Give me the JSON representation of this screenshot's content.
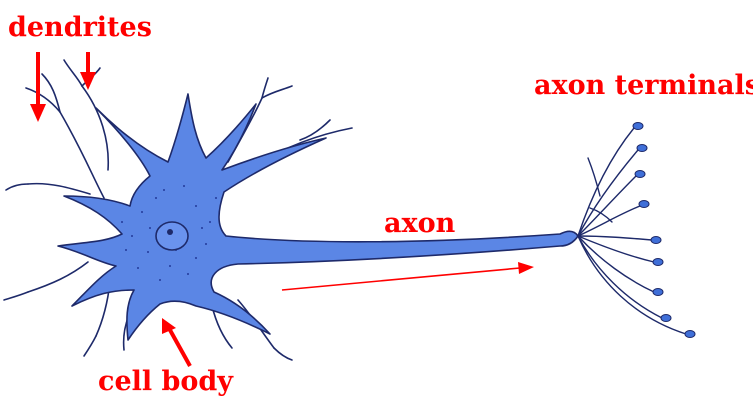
{
  "labels": {
    "dendrites": "dendrites",
    "axon_terminals": "axon terminals",
    "axon": "axon",
    "cell_body": "cell body"
  },
  "colors": {
    "label": "#ff0000",
    "arrow": "#ff0000",
    "cell_fill": "#5b86e5",
    "cell_stroke": "#1e2a6a",
    "cell_speckle": "#233a9a",
    "branch_line": "#1e2a6a",
    "terminal_bulb": "#3f6fd8",
    "background": "#ffffff"
  }
}
